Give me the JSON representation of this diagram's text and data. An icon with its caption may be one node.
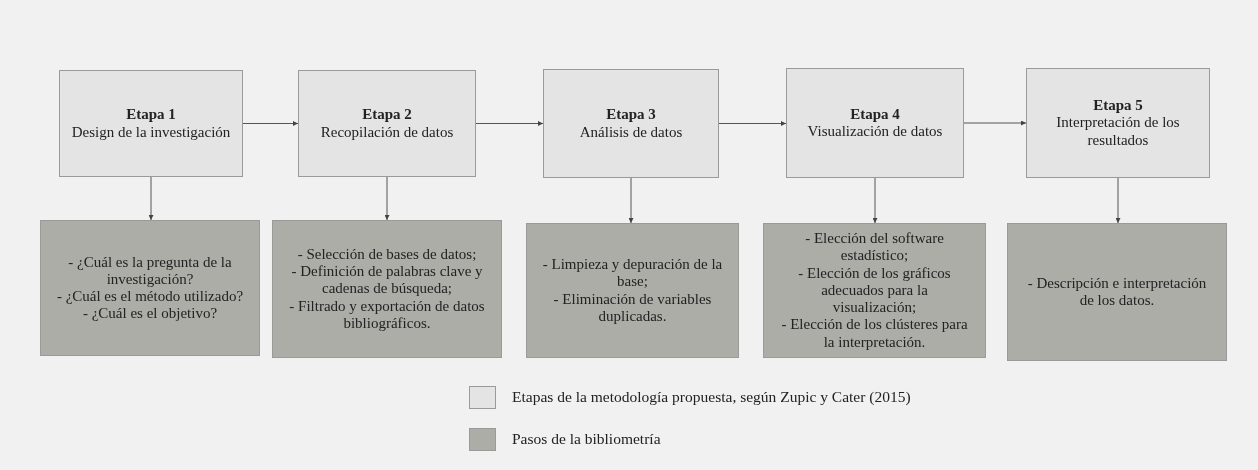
{
  "diagram": {
    "nodes": [
      {
        "text": [
          "Etapa 1",
          "Design de la investigación"
        ]
      },
      {
        "text": [
          "Etapa 2",
          "Recopilación de datos"
        ]
      },
      {
        "text": [
          "Etapa 3",
          "Análisis de datos"
        ]
      },
      {
        "text": [
          "Etapa 4",
          "Visualización de datos"
        ]
      },
      {
        "text": [
          "Etapa 5",
          "Interpretación de los resultados"
        ]
      },
      {
        "text": [
          "- ¿Cuál es la pregunta de la investigación?",
          "- ¿Cuál es el método utilizado?",
          "- ¿Cuál es el objetivo?"
        ]
      },
      {
        "text": [
          "- Selección de bases de datos;",
          "- Definición de palabras clave y cadenas de búsqueda;",
          "- Filtrado y exportación de datos bibliográficos."
        ]
      },
      {
        "text": [
          "- Limpieza y depuración de la base;",
          "- Eliminación de variables duplicadas."
        ]
      },
      {
        "text": [
          "- Elección del software estadístico;",
          "- Elección de los gráficos adecuados para la visualización;",
          "- Elección de los clústeres para la interpretación."
        ]
      },
      {
        "text": [
          "- Descripción e interpretación de los datos."
        ]
      }
    ],
    "edges": [
      {
        "from": 0,
        "to": 1,
        "arrow": "to"
      },
      {
        "from": 1,
        "to": 2,
        "arrow": "to"
      },
      {
        "from": 2,
        "to": 3,
        "arrow": "to"
      },
      {
        "from": 3,
        "to": 4,
        "arrow": "to"
      },
      {
        "from": 0,
        "to": 5,
        "arrow": "to"
      },
      {
        "from": 1,
        "to": 6,
        "arrow": "to"
      },
      {
        "from": 2,
        "to": 7,
        "arrow": "to"
      },
      {
        "from": 3,
        "to": 8,
        "arrow": "to"
      },
      {
        "from": 4,
        "to": 9,
        "arrow": "to"
      }
    ],
    "legend": [
      {
        "text": "Etapas de la metodología propuesta, según Zupic y Cater (2015)",
        "color": "#e4e4e4"
      },
      {
        "text": "Pasos de la bibliometría",
        "color": "#adada8"
      }
    ]
  }
}
